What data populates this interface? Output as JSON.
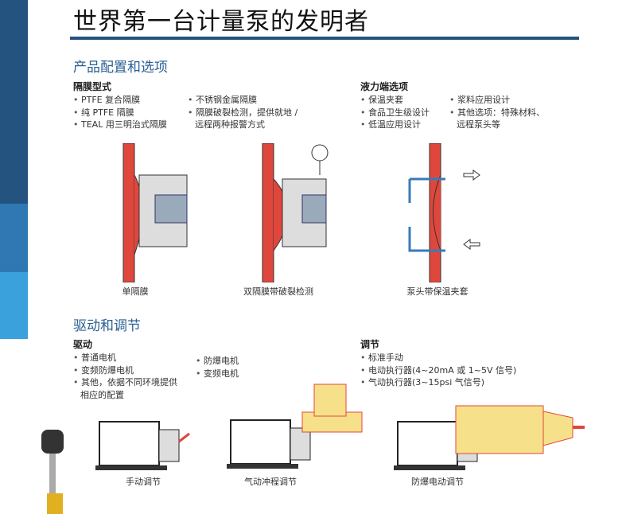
{
  "title": "世界第一台计量泵的发明者",
  "section1": {
    "heading": "产品配置和选项",
    "diaphragm": {
      "heading": "隔膜型式",
      "col1": [
        "PTFE 复合隔膜",
        "纯 PTFE 隔膜",
        "TEAL 用三明治式隔膜"
      ],
      "col2": [
        "不锈钢金属隔膜",
        "隔膜破裂检测，提供就地 /",
        "远程两种报警方式"
      ]
    },
    "liquid_end": {
      "heading": "液力端选项",
      "col1": [
        "保温夹套",
        "食品卫生级设计",
        "低温应用设计"
      ],
      "col2": [
        "浆料应用设计",
        "其他选项：特殊材料、",
        "远程泵头等"
      ]
    },
    "captions": [
      "单隔膜",
      "双隔膜带破裂检测",
      "泵头带保温夹套"
    ]
  },
  "section2": {
    "heading": "驱动和调节",
    "drive": {
      "heading": "驱动",
      "col1": [
        "普通电机",
        "变频防爆电机",
        "其他，依据不同环境提供",
        "相应的配置"
      ],
      "col2": [
        "防爆电机",
        "变频电机"
      ]
    },
    "adjust": {
      "heading": "调节",
      "items": [
        "标准手动",
        "电动执行器(4~20mA 或 1~5V 信号)",
        "气动执行器(3~15psi 气信号)"
      ]
    },
    "captions": [
      "手动调节",
      "气动冲程调节",
      "防爆电动调节"
    ]
  },
  "colors": {
    "dark_blue": "#24537f",
    "mid_blue": "#2f78b4",
    "light_blue": "#3aa1dc",
    "red": "#e0473c",
    "yellow": "#f7e08a"
  }
}
